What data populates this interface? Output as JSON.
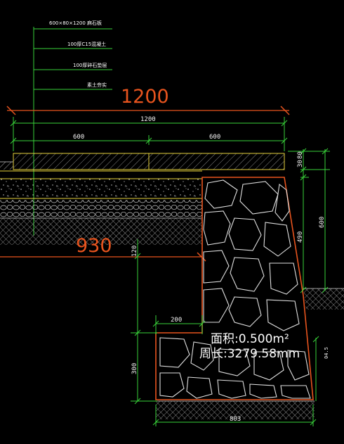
{
  "layer_notes": [
    "600×80×1200 麻石板",
    "100厚C15混凝土",
    "100厚碎石垫层",
    "素土夯实"
  ],
  "dimensions": {
    "top_total_large": "1200",
    "top_total": "1200",
    "top_left_half": "600",
    "top_right_half": "600",
    "base_width_large": "930",
    "right_small_a": "30",
    "right_small_b": "80",
    "right_lower": "490",
    "right_total": "600",
    "left_height": "120",
    "step_width": "200",
    "step_height": "300",
    "bottom_width": "803",
    "bottom_right_small": "04.5"
  },
  "area_label": "面积:0.500m²",
  "perimeter_label": "周长:3279.58mm",
  "colors": {
    "background": "#000000",
    "dimension_green": "#39d23a",
    "outline_orange": "#e8541e",
    "slab_yellow": "#e6d23c",
    "hatch_white": "#d8d8d8"
  }
}
